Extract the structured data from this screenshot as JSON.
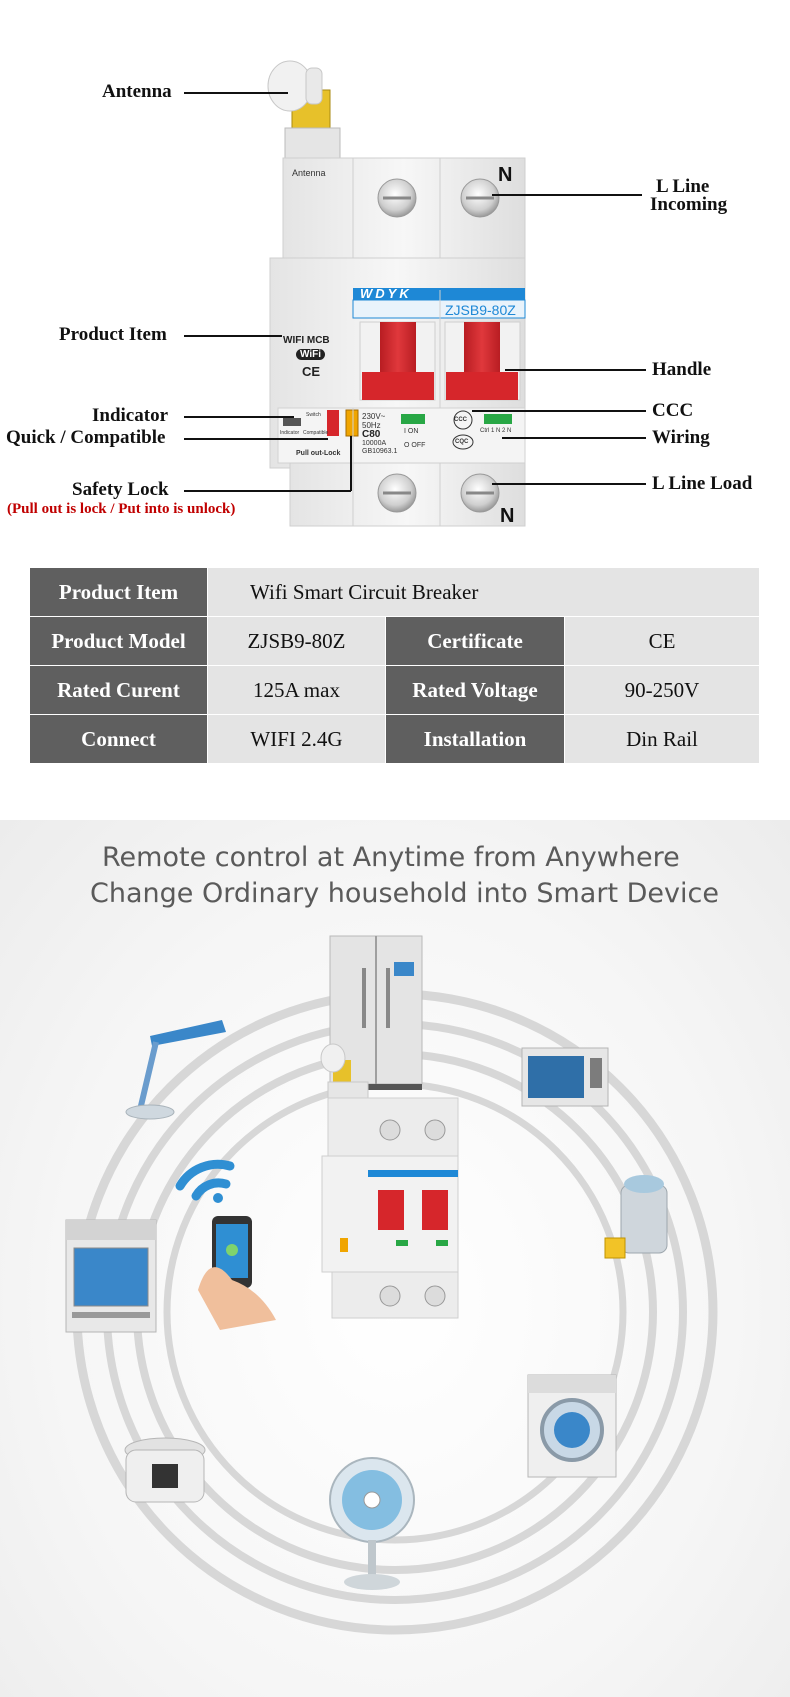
{
  "diagram": {
    "labels": {
      "antenna": "Antenna",
      "product_item": "Product Item",
      "indicator": "Indicator",
      "quick_compatible": "Quick / Compatible",
      "safety_lock": "Safety Lock",
      "safety_lock_note": "(Pull out is lock / Put into is unlock)",
      "l_line_incoming_1": "L Line",
      "l_line_incoming_2": "Incoming",
      "handle": "Handle",
      "ccc": "CCC",
      "wiring": "Wiring",
      "l_line_load": "L Line Load"
    },
    "device": {
      "antenna_text": "Antenna",
      "neutral_top": "N",
      "neutral_bottom": "N",
      "brand": "WDYK",
      "model": "ZJSB9-80Z",
      "wifi_mcb": "WIFI MCB",
      "wifi_badge": "WiFi",
      "ce_mark": "CE",
      "indicator_small": "Indicator",
      "switch_small": "Switch",
      "compatible_small": "Compatible",
      "pull_out_lock": "Pull out-Lock",
      "voltage": "230V~",
      "freq": "50Hz",
      "rating": "C80",
      "capacity": "10000A",
      "standard": "GB10963.1",
      "on_label": "I ON",
      "off_label": "O OFF",
      "ccc_mark": "CCC",
      "cqc_mark": "CQC",
      "wiring_text": "Ctrl 1 N 2 N"
    }
  },
  "spec_table": {
    "rows": [
      {
        "k1": "Product Item",
        "v1": "Wifi Smart Circuit Breaker"
      },
      {
        "k1": "Product Model",
        "v1": "ZJSB9-80Z",
        "k2": "Certificate",
        "v2": "CE"
      },
      {
        "k1": "Rated Curent",
        "v1": "125A max",
        "k2": "Rated Voltage",
        "v2": "90-250V"
      },
      {
        "k1": "Connect",
        "v1": "WIFI 2.4G",
        "k2": "Installation",
        "v2": "Din Rail"
      }
    ]
  },
  "remote": {
    "headline_1": "Remote control at Anytime from Anywhere",
    "headline_2": "Change Ordinary household into Smart Device",
    "appliances": [
      "fridge-icon",
      "microwave-icon",
      "juicer-icon",
      "washing-machine-icon",
      "fan-icon",
      "rice-cooker-icon",
      "oven-icon",
      "desk-lamp-icon",
      "wifi-icon",
      "phone-in-hand-icon"
    ],
    "colors": {
      "headline": "#5a5a5a",
      "ring": "#d7d7d7",
      "handle_red": "#d6262b",
      "brand_blue": "#1e88d6"
    }
  }
}
